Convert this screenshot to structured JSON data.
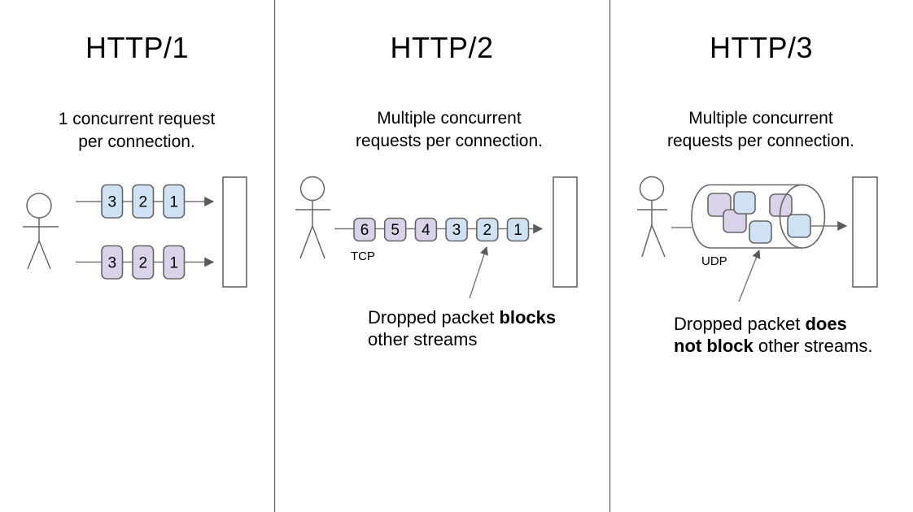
{
  "colors": {
    "packet_blue": "#cfe2f3",
    "packet_purple": "#d9d2e9",
    "line_gray": "#666666",
    "text_black": "#000000",
    "background": "#ffffff"
  },
  "icons": {
    "client": "stick-figure-person",
    "server": "server-rectangle",
    "http3_transport": "udp-tunnel-cylinder",
    "flow": "right-arrow"
  },
  "http1": {
    "title": "HTTP/1",
    "subtitle": "1 concurrent request\nper connection.",
    "streams": [
      {
        "color": "#cfe2f3",
        "packets": [
          "3",
          "2",
          "1"
        ]
      },
      {
        "color": "#d9d2e9",
        "packets": [
          "3",
          "2",
          "1"
        ]
      }
    ]
  },
  "http2": {
    "title": "HTTP/2",
    "subtitle": "Multiple concurrent\nrequests per connection.",
    "transport_label": "TCP",
    "packets": [
      "6",
      "5",
      "4",
      "3",
      "2",
      "1"
    ],
    "packet_colors": [
      "#d9d2e9",
      "#d9d2e9",
      "#d9d2e9",
      "#cfe2f3",
      "#cfe2f3",
      "#cfe2f3"
    ],
    "annotation": {
      "normal1": "Dropped packet ",
      "bold": "blocks",
      "normal2": "\nother streams"
    }
  },
  "http3": {
    "title": "HTTP/3",
    "subtitle": "Multiple concurrent\nrequests per connection.",
    "transport_label": "UDP",
    "tube_packet_colors": [
      "#d9d2e9",
      "#d9d2e9",
      "#cfe2f3",
      "#cfe2f3",
      "#d9d2e9",
      "#cfe2f3"
    ],
    "annotation": {
      "normal1": "Dropped packet ",
      "bold": "does\nnot block",
      "normal2": " other streams."
    }
  }
}
